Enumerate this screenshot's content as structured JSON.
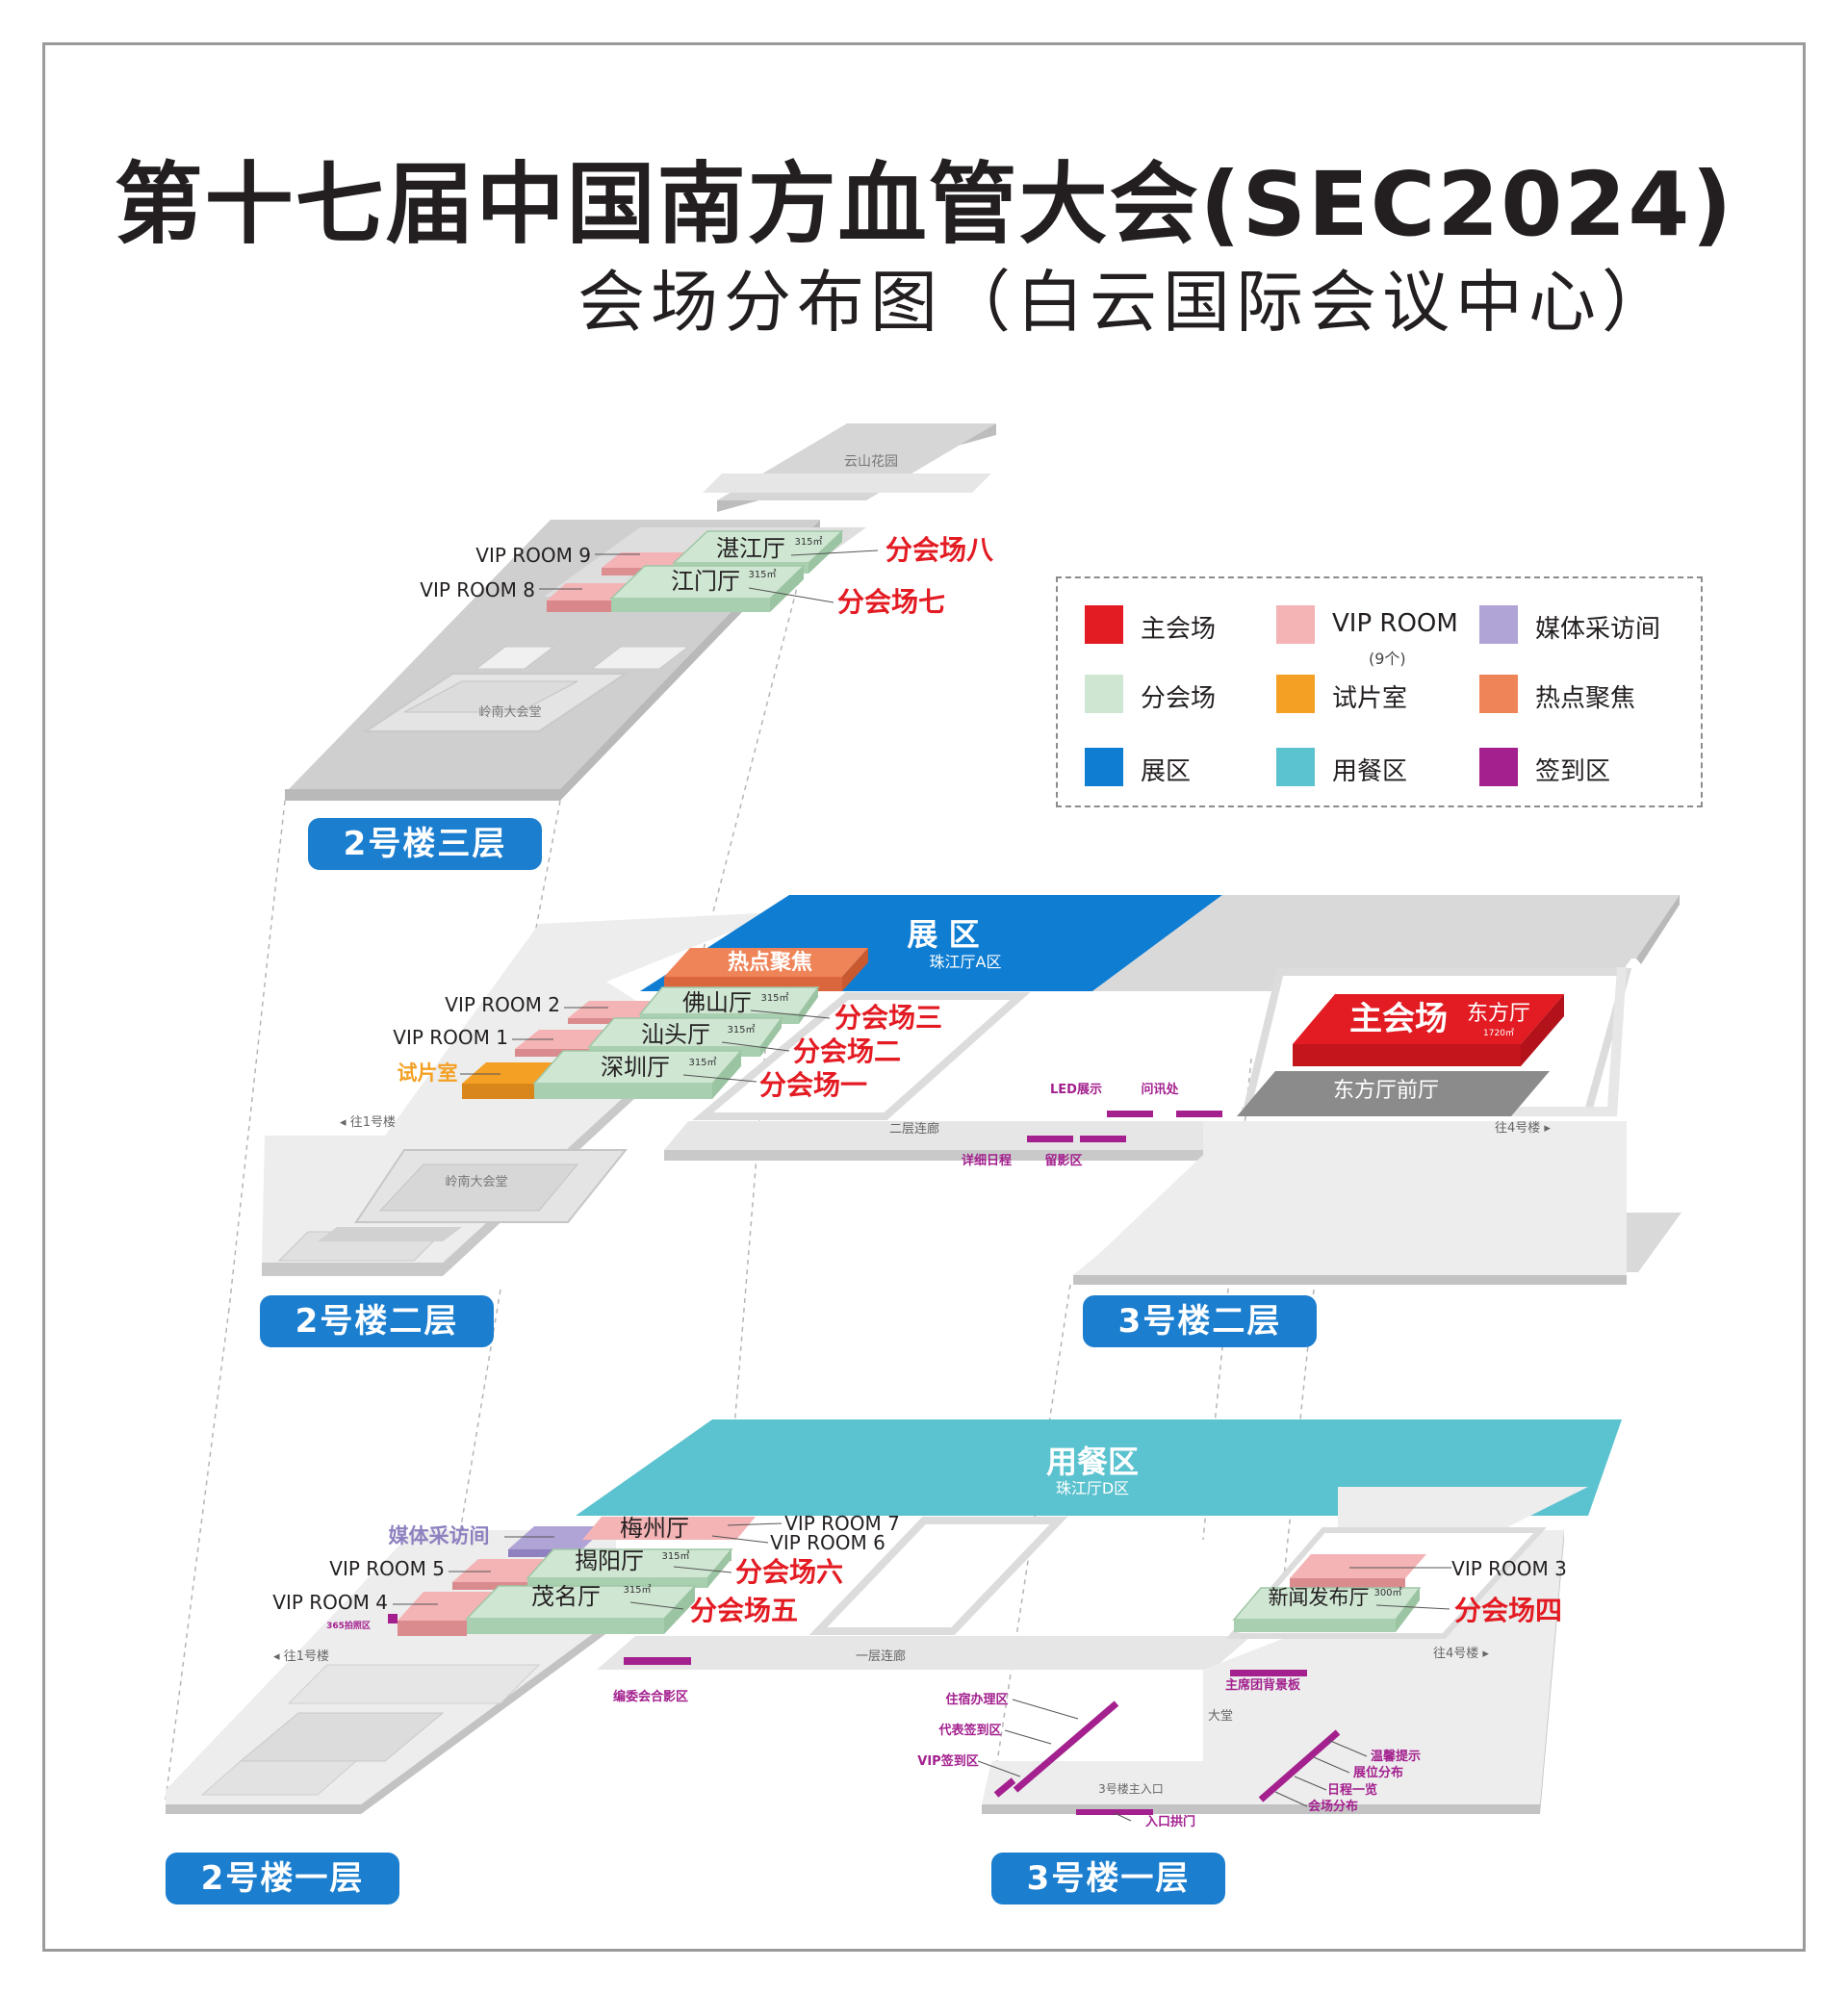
{
  "title": "第十七届中国南方血管大会(SEC2024)",
  "subtitle": "会场分布图（白云国际会议中心）",
  "colors": {
    "main_hall": "#e31b23",
    "sub_hall": "#cfe6d3",
    "vip_room": "#f4b3b5",
    "media": "#b0a3d6",
    "screening": "#f4a024",
    "hotspot": "#ef8458",
    "exhibition": "#0f7dd2",
    "dining": "#5bc2cf",
    "signin": "#a3208e"
  },
  "legend": [
    {
      "label": "主会场",
      "color": "#e31b23"
    },
    {
      "label": "VIP ROOM",
      "sub": "(9个)",
      "color": "#f4b3b5"
    },
    {
      "label": "媒体采访间",
      "color": "#b0a3d6"
    },
    {
      "label": "分会场",
      "color": "#cfe6d3"
    },
    {
      "label": "试片室",
      "color": "#f4a024"
    },
    {
      "label": "热点聚焦",
      "color": "#ef8458"
    },
    {
      "label": "展区",
      "color": "#0f7dd2"
    },
    {
      "label": "用餐区",
      "color": "#5bc2cf"
    },
    {
      "label": "签到区",
      "color": "#a3208e"
    }
  ],
  "floors": {
    "b2f3": "2号楼三层",
    "b2f2": "2号楼二层",
    "b3f2": "3号楼二层",
    "b2f1": "2号楼一层",
    "b3f1": "3号楼一层"
  },
  "places": {
    "yunshan_garden": "云山花园",
    "lingnan_hall_3f": "岭南大会堂",
    "lingnan_hall_2f": "岭南大会堂",
    "to_b1_2f": "◂ 往1号楼",
    "to_b1_1f": "◂ 往1号楼",
    "to_b4_2f": "往4号楼 ▸",
    "to_b4_1f": "往4号楼 ▸",
    "corridor_2f": "二层连廊",
    "corridor_1f": "一层连廊",
    "lobby": "大堂",
    "main_entrance": "3号楼主入口"
  },
  "halls": {
    "zhanjiang": {
      "name": "湛江厅",
      "area": "315㎡",
      "session": "分会场八"
    },
    "jiangmen": {
      "name": "江门厅",
      "area": "315㎡",
      "session": "分会场七"
    },
    "foshan": {
      "name": "佛山厅",
      "area": "315㎡",
      "session": "分会场三"
    },
    "shantou": {
      "name": "汕头厅",
      "area": "315㎡",
      "session": "分会场二"
    },
    "shenzhen": {
      "name": "深圳厅",
      "area": "315㎡",
      "session": "分会场一"
    },
    "meizhou": {
      "name": "梅州厅"
    },
    "jieyang": {
      "name": "揭阳厅",
      "area": "315㎡",
      "session": "分会场六"
    },
    "maoming": {
      "name": "茂名厅",
      "area": "315㎡",
      "session": "分会场五"
    },
    "press": {
      "name": "新闻发布厅",
      "area": "300㎡",
      "session": "分会场四"
    },
    "main": {
      "name": "主会场",
      "hall": "东方厅",
      "area": "1720㎡",
      "foyer": "东方厅前厅"
    }
  },
  "zones": {
    "exhibition": "展 区",
    "exhibition_sub": "珠江厅A区",
    "hotspot": "热点聚焦",
    "dining": "用餐区",
    "dining_sub": "珠江厅D区",
    "screening": "试片室",
    "media": "媒体采访间"
  },
  "vip": {
    "r1": "VIP ROOM 1",
    "r2": "VIP ROOM 2",
    "r3": "VIP ROOM 3",
    "r4": "VIP ROOM 4",
    "r5": "VIP ROOM 5",
    "r6": "VIP ROOM 6",
    "r7": "VIP ROOM 7",
    "r8": "VIP ROOM 8",
    "r9": "VIP ROOM 9"
  },
  "points": {
    "led": "LED展示",
    "inquiry": "问讯处",
    "schedule": "详细日程",
    "photo": "留影区",
    "photo365": "365拍照区",
    "editorial_photo": "编委会合影区",
    "lodging": "住宿办理区",
    "delegate_signin": "代表签到区",
    "vip_signin": "VIP签到区",
    "presidium_board": "主席团背景板",
    "arch": "入口拱门",
    "notice": "温馨提示",
    "booth_map": "展位分布",
    "agenda": "日程一览",
    "venue_map": "会场分布"
  }
}
